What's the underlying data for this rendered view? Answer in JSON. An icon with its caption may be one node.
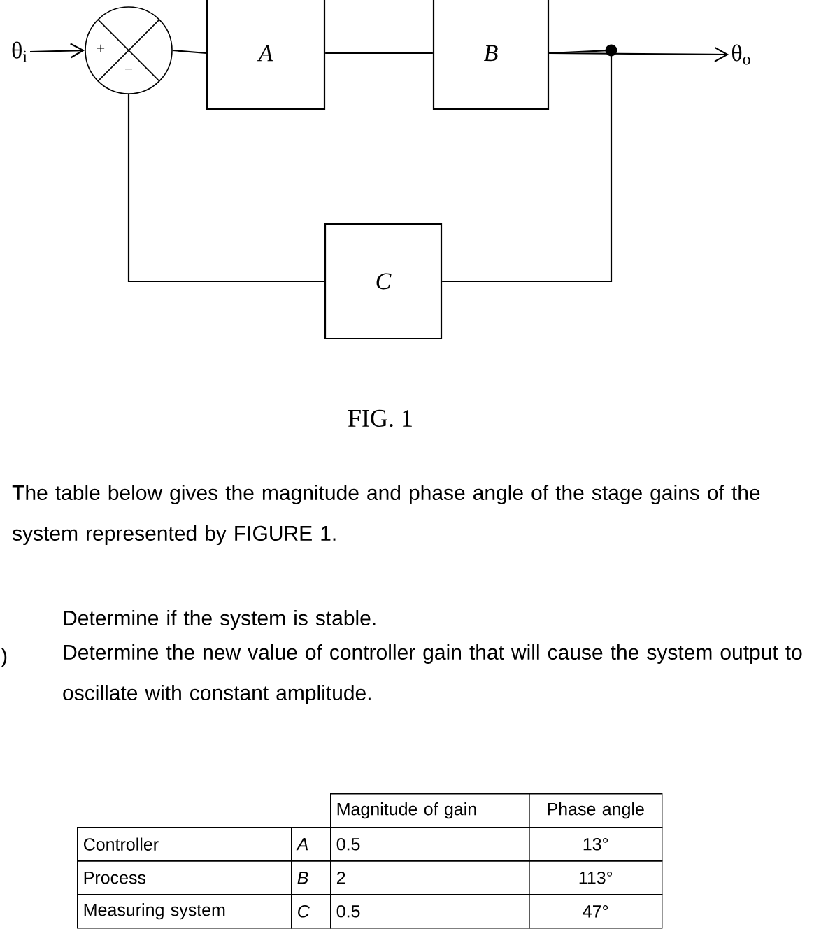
{
  "diagram": {
    "nodes": [
      {
        "text": [
          "θ$_{i}$"
        ]
      },
      {
        "text": [
          "+",
          "−"
        ]
      },
      {
        "text": [
          "A"
        ]
      },
      {
        "text": [
          "B"
        ]
      },
      {
        "text": [
          "C"
        ]
      },
      {
        "text": [
          "θ$_{o}$"
        ]
      }
    ],
    "edges": [
      {
        "from": 0,
        "to": 1,
        "arrow": "to"
      },
      {
        "from": 1,
        "to": 2,
        "arrow": "none"
      },
      {
        "from": 2,
        "to": 3,
        "arrow": "none"
      },
      {
        "from": 3,
        "to": 5,
        "arrow": "to"
      },
      {
        "from": 3,
        "to": 4,
        "arrow": "none"
      },
      {
        "from": 4,
        "to": 1,
        "arrow": "none"
      }
    ],
    "labels": [
      "FIG. 1",
      "The table below gives the magnitude and phase angle of the stage gains of the system represented by FIGURE 1.",
      "Determine if the system is stable.",
      ")",
      "Determine the new value of controller gain that will cause the system output to oscillate with constant amplitude.",
      "Magnitude of gain",
      "Phase angle",
      "Controller",
      "A",
      "0.5",
      "13°",
      "Process",
      "B",
      "2",
      "113°",
      "Measuring system",
      "C",
      "0.5",
      "47°"
    ]
  }
}
